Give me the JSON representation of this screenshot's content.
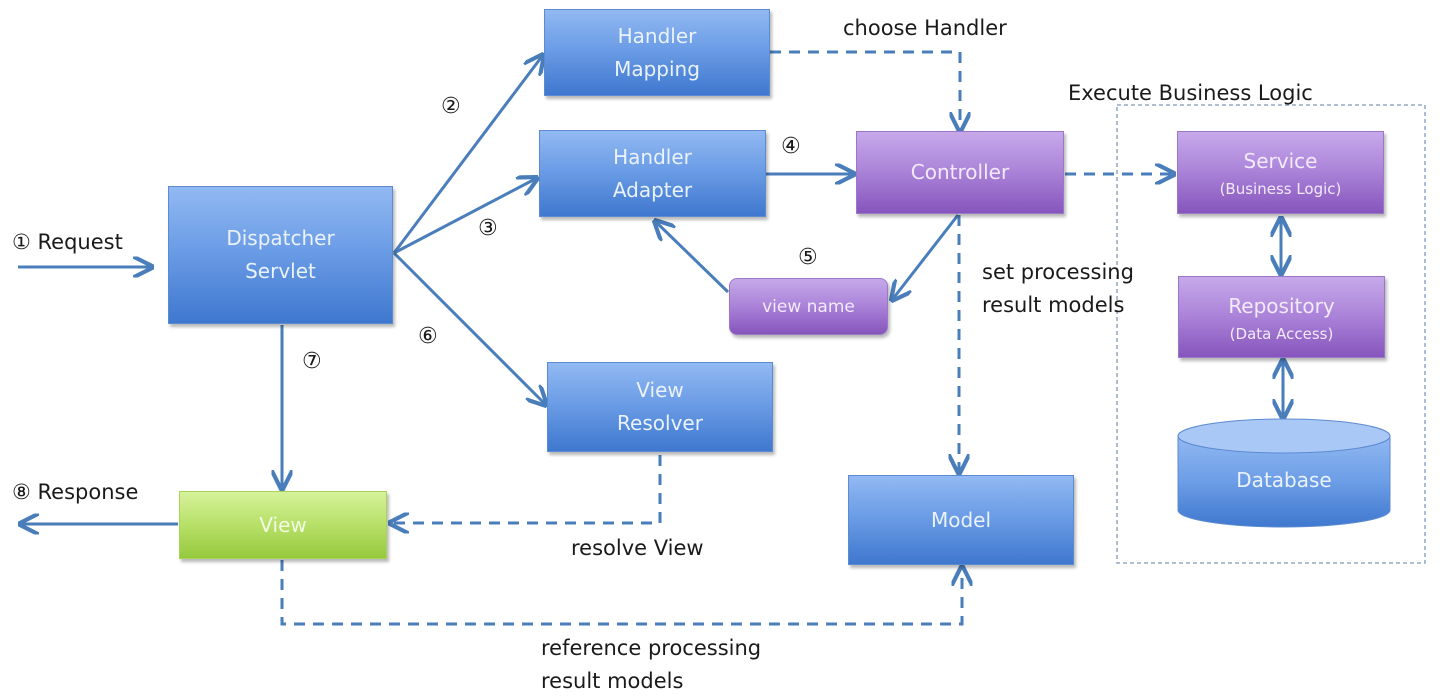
{
  "diagram": {
    "title": "Spring MVC request processing flow",
    "colors": {
      "arrow": "#4a7ebb",
      "component_blue": "#5b8fe0",
      "component_purple": "#a27dd6",
      "view_green": "#b2dc63",
      "group_border": "#6d8fb5"
    },
    "nodes": {
      "dispatcher": {
        "line1": "Dispatcher",
        "line2": "Servlet"
      },
      "handler_mapping": {
        "line1": "Handler",
        "line2": "Mapping"
      },
      "handler_adapter": {
        "line1": "Handler",
        "line2": "Adapter"
      },
      "controller": {
        "label": "Controller"
      },
      "view_name": {
        "label": "view name"
      },
      "view_resolver": {
        "line1": "View",
        "line2": "Resolver"
      },
      "view": {
        "label": "View"
      },
      "model": {
        "label": "Model"
      },
      "service": {
        "label": "Service",
        "sub": "(Business Logic)"
      },
      "repository": {
        "label": "Repository",
        "sub": "(Data Access)"
      },
      "database": {
        "label": "Database"
      }
    },
    "group": {
      "title": "Execute Business Logic"
    },
    "labels": {
      "request": "① Request",
      "response": "⑧ Response",
      "step2": "②",
      "step3": "③",
      "step4": "④",
      "step5": "⑤",
      "step6": "⑥",
      "step7": "⑦",
      "choose_handler": "choose Handler",
      "set_models_1": "set processing",
      "set_models_2": "result models",
      "resolve_view": "resolve View",
      "reference_1": "reference processing",
      "reference_2": "result models"
    }
  }
}
